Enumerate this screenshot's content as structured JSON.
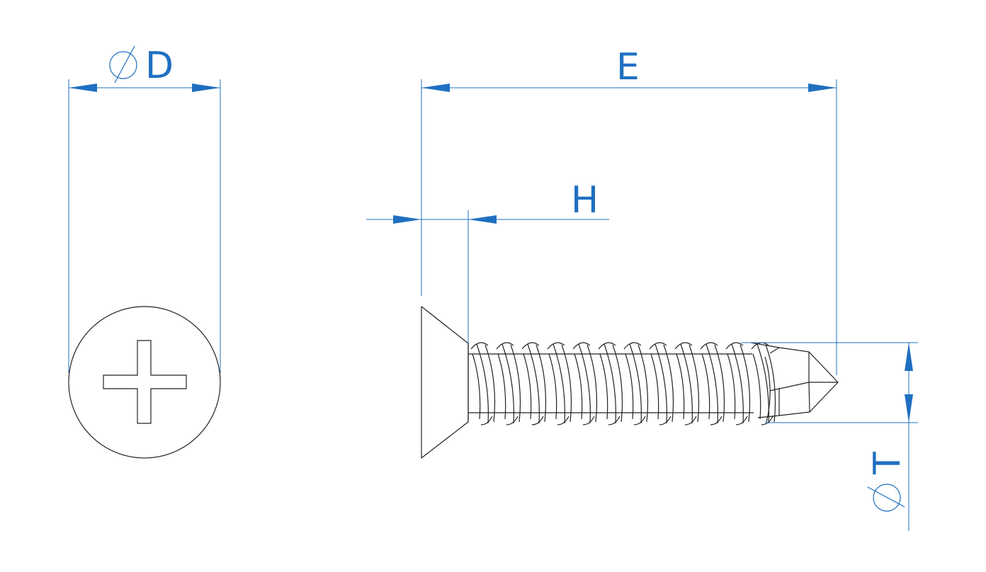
{
  "labels": {
    "head_diameter": "D",
    "overall_length": "E",
    "head_height": "H",
    "thread_diameter": "T"
  },
  "colors": {
    "dimension": "#1f6fc1",
    "outline": "#222222",
    "background": "#ffffff"
  },
  "icons": {
    "diameter_symbol": "diameter-icon"
  }
}
